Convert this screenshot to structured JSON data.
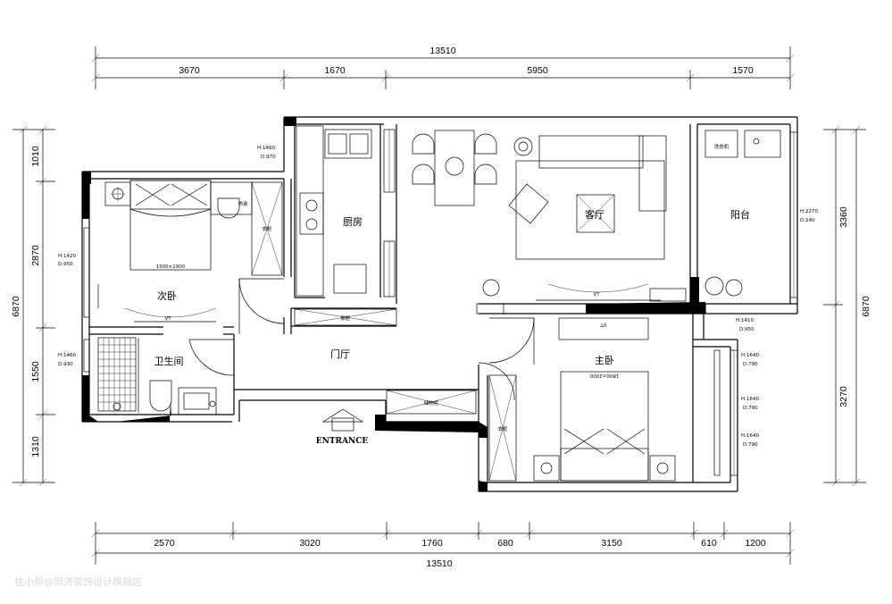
{
  "dimensions": {
    "top_total": "13510",
    "top": [
      "3670",
      "1670",
      "5950",
      "1570"
    ],
    "bottom_total": "13510",
    "bottom": [
      "2570",
      "3020",
      "1760",
      "680",
      "3150",
      "610",
      "1200"
    ],
    "left_total": "6870",
    "left": [
      "1010",
      "2870",
      "1550",
      "1310"
    ],
    "right_total": "6870",
    "right": [
      "3360",
      "3270"
    ]
  },
  "rooms": {
    "second_bedroom": "次卧",
    "kitchen": "厨房",
    "living_room": "客厅",
    "balcony": "阳台",
    "foyer": "门厅",
    "bathroom": "卫生间",
    "master_bedroom": "主卧"
  },
  "window_notes": {
    "kitchen_window": [
      "H:1460",
      "D:970"
    ],
    "second_bedroom_window": [
      "H:1420",
      "D:950"
    ],
    "bathroom_window": [
      "H:1460",
      "D:930"
    ],
    "balcony_window": [
      "H:2270",
      "D:140"
    ],
    "master_window_1": [
      "H:1410",
      "D:950"
    ],
    "master_window_2": [
      "H:1640",
      "D:790"
    ],
    "master_window_3": [
      "H:1640",
      "D:790"
    ],
    "master_window_4": [
      "H:1640",
      "D:790"
    ]
  },
  "furniture_labels": {
    "second_bed_size": "1500×1900",
    "master_bed_size": "1800×2000",
    "tv_second": "VT",
    "tv_living": "VT",
    "tv_master": "VT",
    "wardrobe_second": "衣柜",
    "wardrobe_master": "衣柜",
    "desk_second": "书桌",
    "kitchen_cabinet": "橱柜",
    "shoe_cabinet": "鞋柜",
    "shoe_cabinet_foyer": "储物柜",
    "washing_machine": "洗衣机"
  },
  "entrance": "ENTRANCE",
  "watermark": "住小帮@同济装饰设计旗舰店"
}
